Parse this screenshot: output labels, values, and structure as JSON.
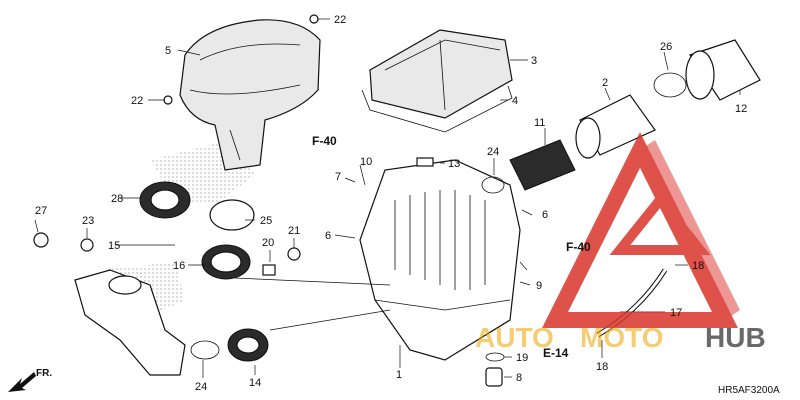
{
  "diagram": {
    "code": "HR5AF3200A",
    "refs": {
      "f40_top": "F-40",
      "f40_right": "F-40",
      "e14": "E-14"
    },
    "direction_label": "FR.",
    "callouts": {
      "c1": "1",
      "c2": "2",
      "c3": "3",
      "c4": "4",
      "c5": "5",
      "c6a": "6",
      "c6b": "6",
      "c7": "7",
      "c8": "8",
      "c9": "9",
      "c10": "10",
      "c11": "11",
      "c12": "12",
      "c13": "13",
      "c14": "14",
      "c15": "15",
      "c16": "16",
      "c17": "17",
      "c18a": "18",
      "c18b": "18",
      "c19": "19",
      "c20": "20",
      "c21": "21",
      "c22a": "22",
      "c22b": "22",
      "c23": "23",
      "c24a": "24",
      "c24b": "24",
      "c25": "25",
      "c26": "26",
      "c27": "27",
      "c28": "28"
    }
  },
  "watermark": {
    "brand_a": "AUTO",
    "brand_b": "MOTO",
    "brand_c": "HUB"
  },
  "colors": {
    "watermark_red": "#d9342b",
    "watermark_orange": "#f0a400",
    "ink": "#111111"
  }
}
